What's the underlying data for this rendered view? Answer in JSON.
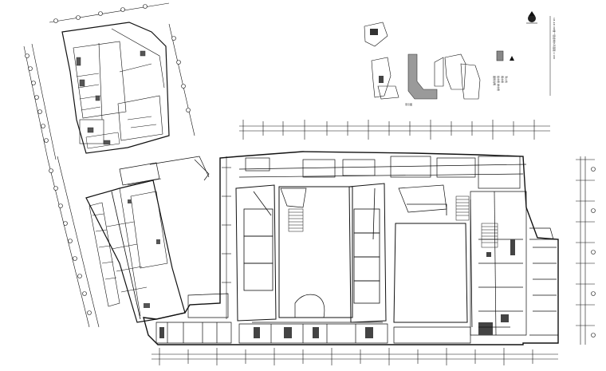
{
  "drawing": {
    "legend_notes": [
      "1#-2#-3#楼一层给排水平面图 1:100",
      "图例说明",
      "给水管 排水管",
      "雨水管",
      "消火栓"
    ],
    "key_plan_label": "索引图"
  },
  "colors": {
    "ink": "#111111",
    "background": "#ffffff",
    "key_plan_highlight": "#9a9a9a"
  },
  "icons": [
    "north-arrow-icon"
  ]
}
